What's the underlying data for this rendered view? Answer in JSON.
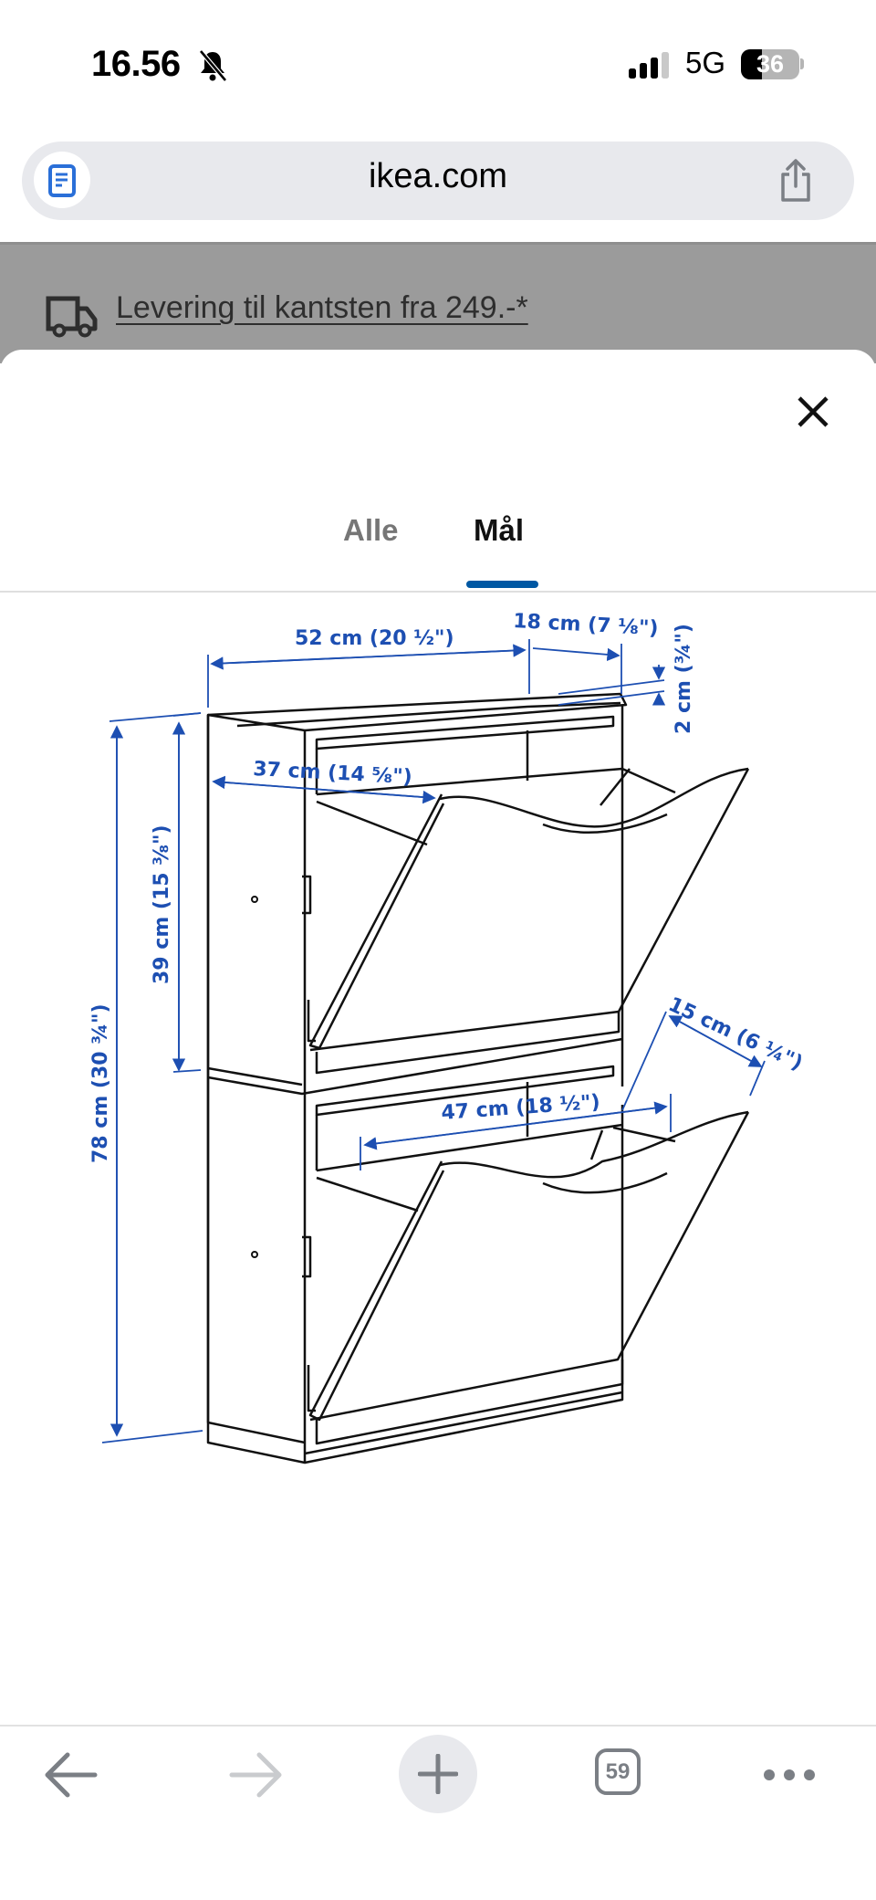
{
  "status_bar": {
    "time": "16.56",
    "silent_icon": "bell-slash-icon",
    "network": "5G",
    "signal_icon": "cellular-signal-icon",
    "battery_level": "36"
  },
  "browser": {
    "url": "ikea.com",
    "reader_icon": "reader-document-icon",
    "share_icon": "share-icon"
  },
  "banner": {
    "icon": "delivery-truck-icon",
    "link_text": "Levering til kantsten fra 249.-*"
  },
  "sheet": {
    "close_icon": "close-icon",
    "tabs": [
      {
        "label": "Alle",
        "active": false
      },
      {
        "label": "Mål",
        "active": true
      }
    ],
    "accent_color": "#0058a3",
    "dimension_color": "#1d4fb2",
    "diagram": {
      "subject": "Two-compartment shoe cabinet with tilt-out flaps",
      "dimensions": {
        "width": "52 cm (20 ½\")",
        "depth": "18 cm (7 ⅛\")",
        "top_thickness": "2 cm (¾\")",
        "total_height": "78 cm (30 ¾\")",
        "section_height": "39 cm (15 ⅜\")",
        "inner_depth": "37 cm (14 ⅝\")",
        "inner_width": "47 cm (18 ½\")",
        "flap_opening": "15 cm (6 ¼\")"
      }
    }
  },
  "toolbar": {
    "back_icon": "back-arrow-icon",
    "forward_icon": "forward-arrow-icon",
    "new_tab_icon": "plus-icon",
    "tab_count": "59",
    "more_icon": "more-dots-icon"
  }
}
